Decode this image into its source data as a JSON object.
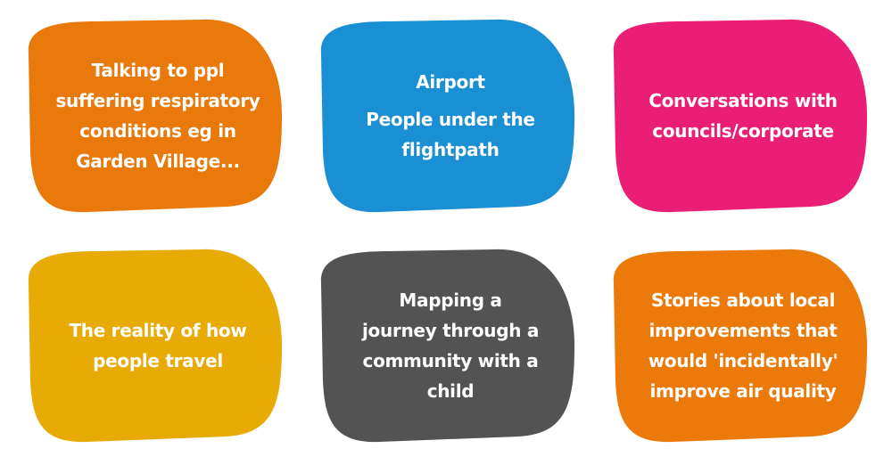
{
  "notes": [
    {
      "lines": [
        "Talking to ppl",
        "suffering respiratory",
        "conditions eg in",
        "Garden Village..."
      ],
      "color": "#E8790A"
    },
    {
      "lines": [
        "Airport",
        "People under the",
        "flightpath"
      ],
      "color": "#1A8FD4"
    },
    {
      "lines": [
        "Conversations with",
        "councils/corporate"
      ],
      "color": "#EA1E74"
    },
    {
      "lines": [
        "The reality of how",
        "people travel"
      ],
      "color": "#E8AA05"
    },
    {
      "lines": [
        "Mapping a",
        "journey through a",
        "community with a",
        "child"
      ],
      "color": "#535353"
    },
    {
      "lines": [
        "Stories about local",
        "improvements that",
        "would 'incidentally'",
        "improve air quality"
      ],
      "color": "#EB7A0A"
    }
  ]
}
